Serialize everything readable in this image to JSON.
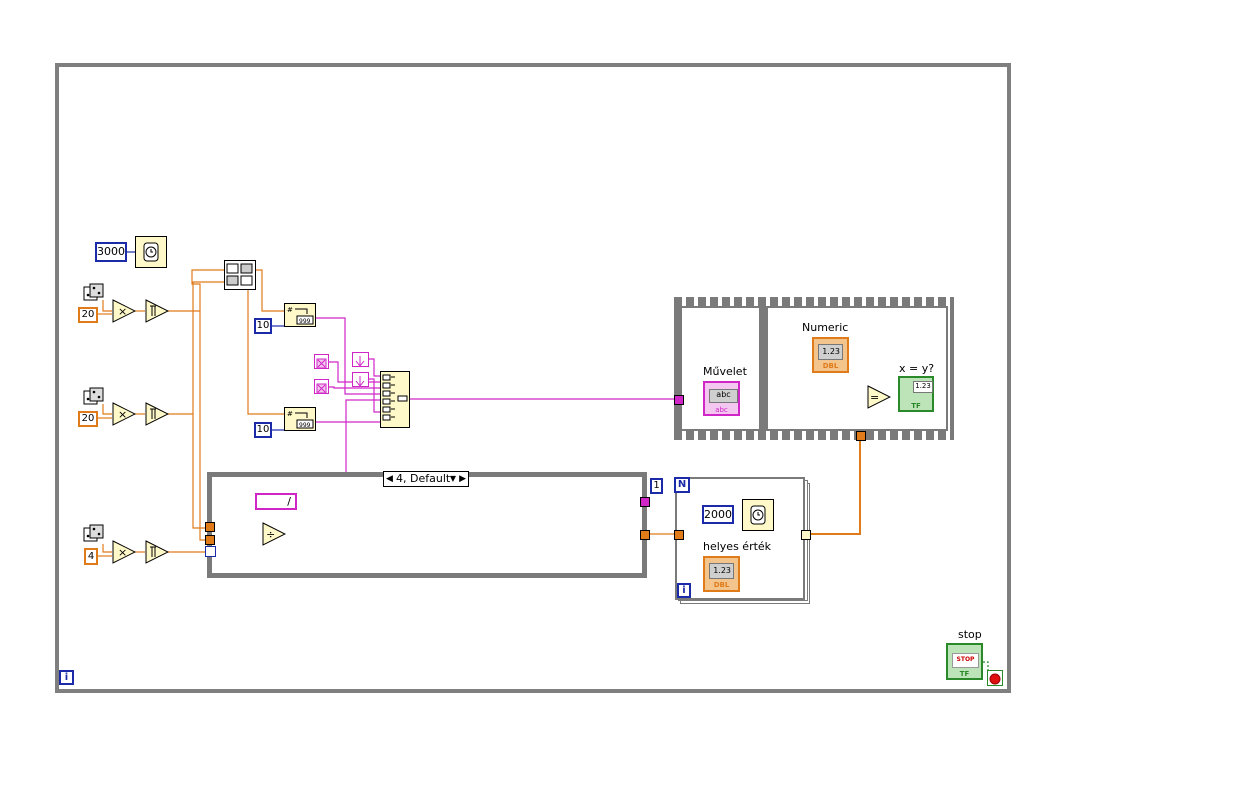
{
  "constants": {
    "wait_ms_outer": "3000",
    "wait_ms_inner": "2000",
    "random_a_mult": "20",
    "random_b_mult": "20",
    "random_op_mult": "4",
    "width_a": "10",
    "width_b": "10",
    "case_operator": "/"
  },
  "case_structure": {
    "selector": "4, Default"
  },
  "for_loop": {
    "count_terminal": "N",
    "count_value": "1",
    "iteration": "i"
  },
  "while_loop": {
    "iteration": "i"
  },
  "labels": {
    "muvelet": "Művelet",
    "numeric": "Numeric",
    "compare": "x = y?",
    "helyes_ertek": "helyes érték",
    "stop": "stop"
  },
  "indicator_text": {
    "numeric_value": "1.23",
    "dbl": "DBL",
    "abc": "abc",
    "str_type": "abc",
    "tf": "TF",
    "stop_btn": "STOP"
  },
  "operators": {
    "multiply": "×",
    "divide": "÷",
    "equal": "="
  },
  "colors": {
    "orange_wire": "#e07b1a",
    "pink_wire": "#d026c7",
    "blue_const": "#1a2aa8",
    "green_bool": "#2a8a2a"
  }
}
